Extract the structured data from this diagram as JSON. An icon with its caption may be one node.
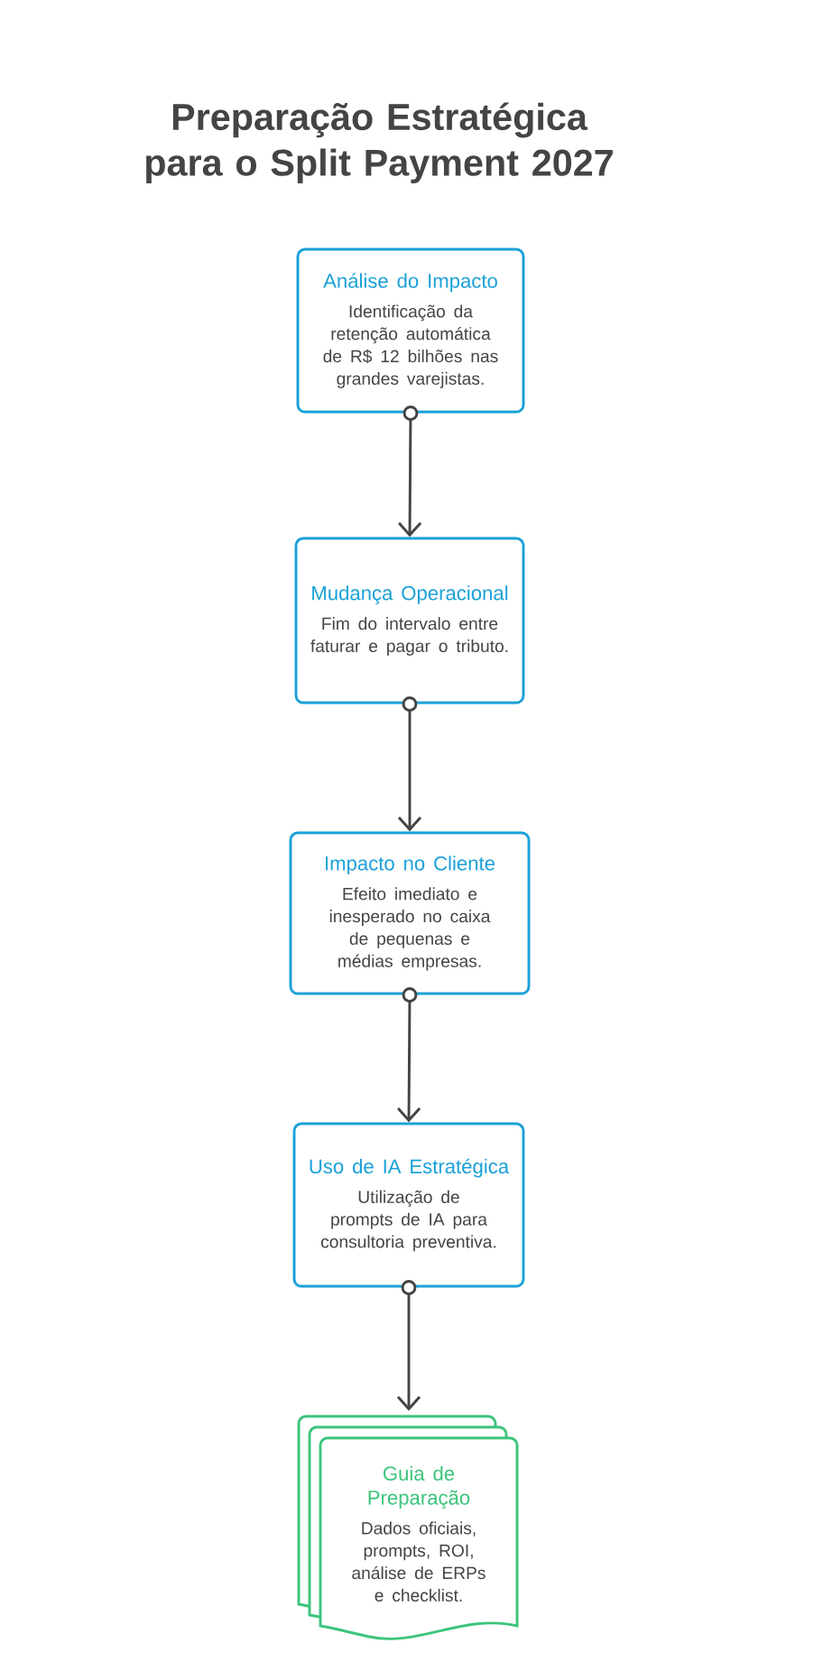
{
  "diagram": {
    "title": "Preparação Estratégica para o Split Payment 2027",
    "nodes": [
      {
        "text": [
          "Análise do Impacto",
          "Identificação da retenção automática de R$ 12 bilhões nas grandes varejistas."
        ]
      },
      {
        "text": [
          "Mudança Operacional",
          "Fim do intervalo entre faturar e pagar o tributo."
        ]
      },
      {
        "text": [
          "Impacto no Cliente",
          "Efeito imediato e inesperado no caixa de pequenas e médias empresas."
        ]
      },
      {
        "text": [
          "Uso de IA Estratégica",
          "Utilização de prompts de IA para consultoria preventiva."
        ]
      },
      {
        "text": [
          "Guia de Preparação",
          "Dados oficiais, prompts, ROI, análise de ERPs e checklist."
        ]
      }
    ],
    "edges": [
      {
        "from": 0,
        "to": 1,
        "arrow": "to"
      },
      {
        "from": 1,
        "to": 2,
        "arrow": "to"
      },
      {
        "from": 2,
        "to": 3,
        "arrow": "to"
      },
      {
        "from": 3,
        "to": 4,
        "arrow": "to"
      }
    ]
  }
}
